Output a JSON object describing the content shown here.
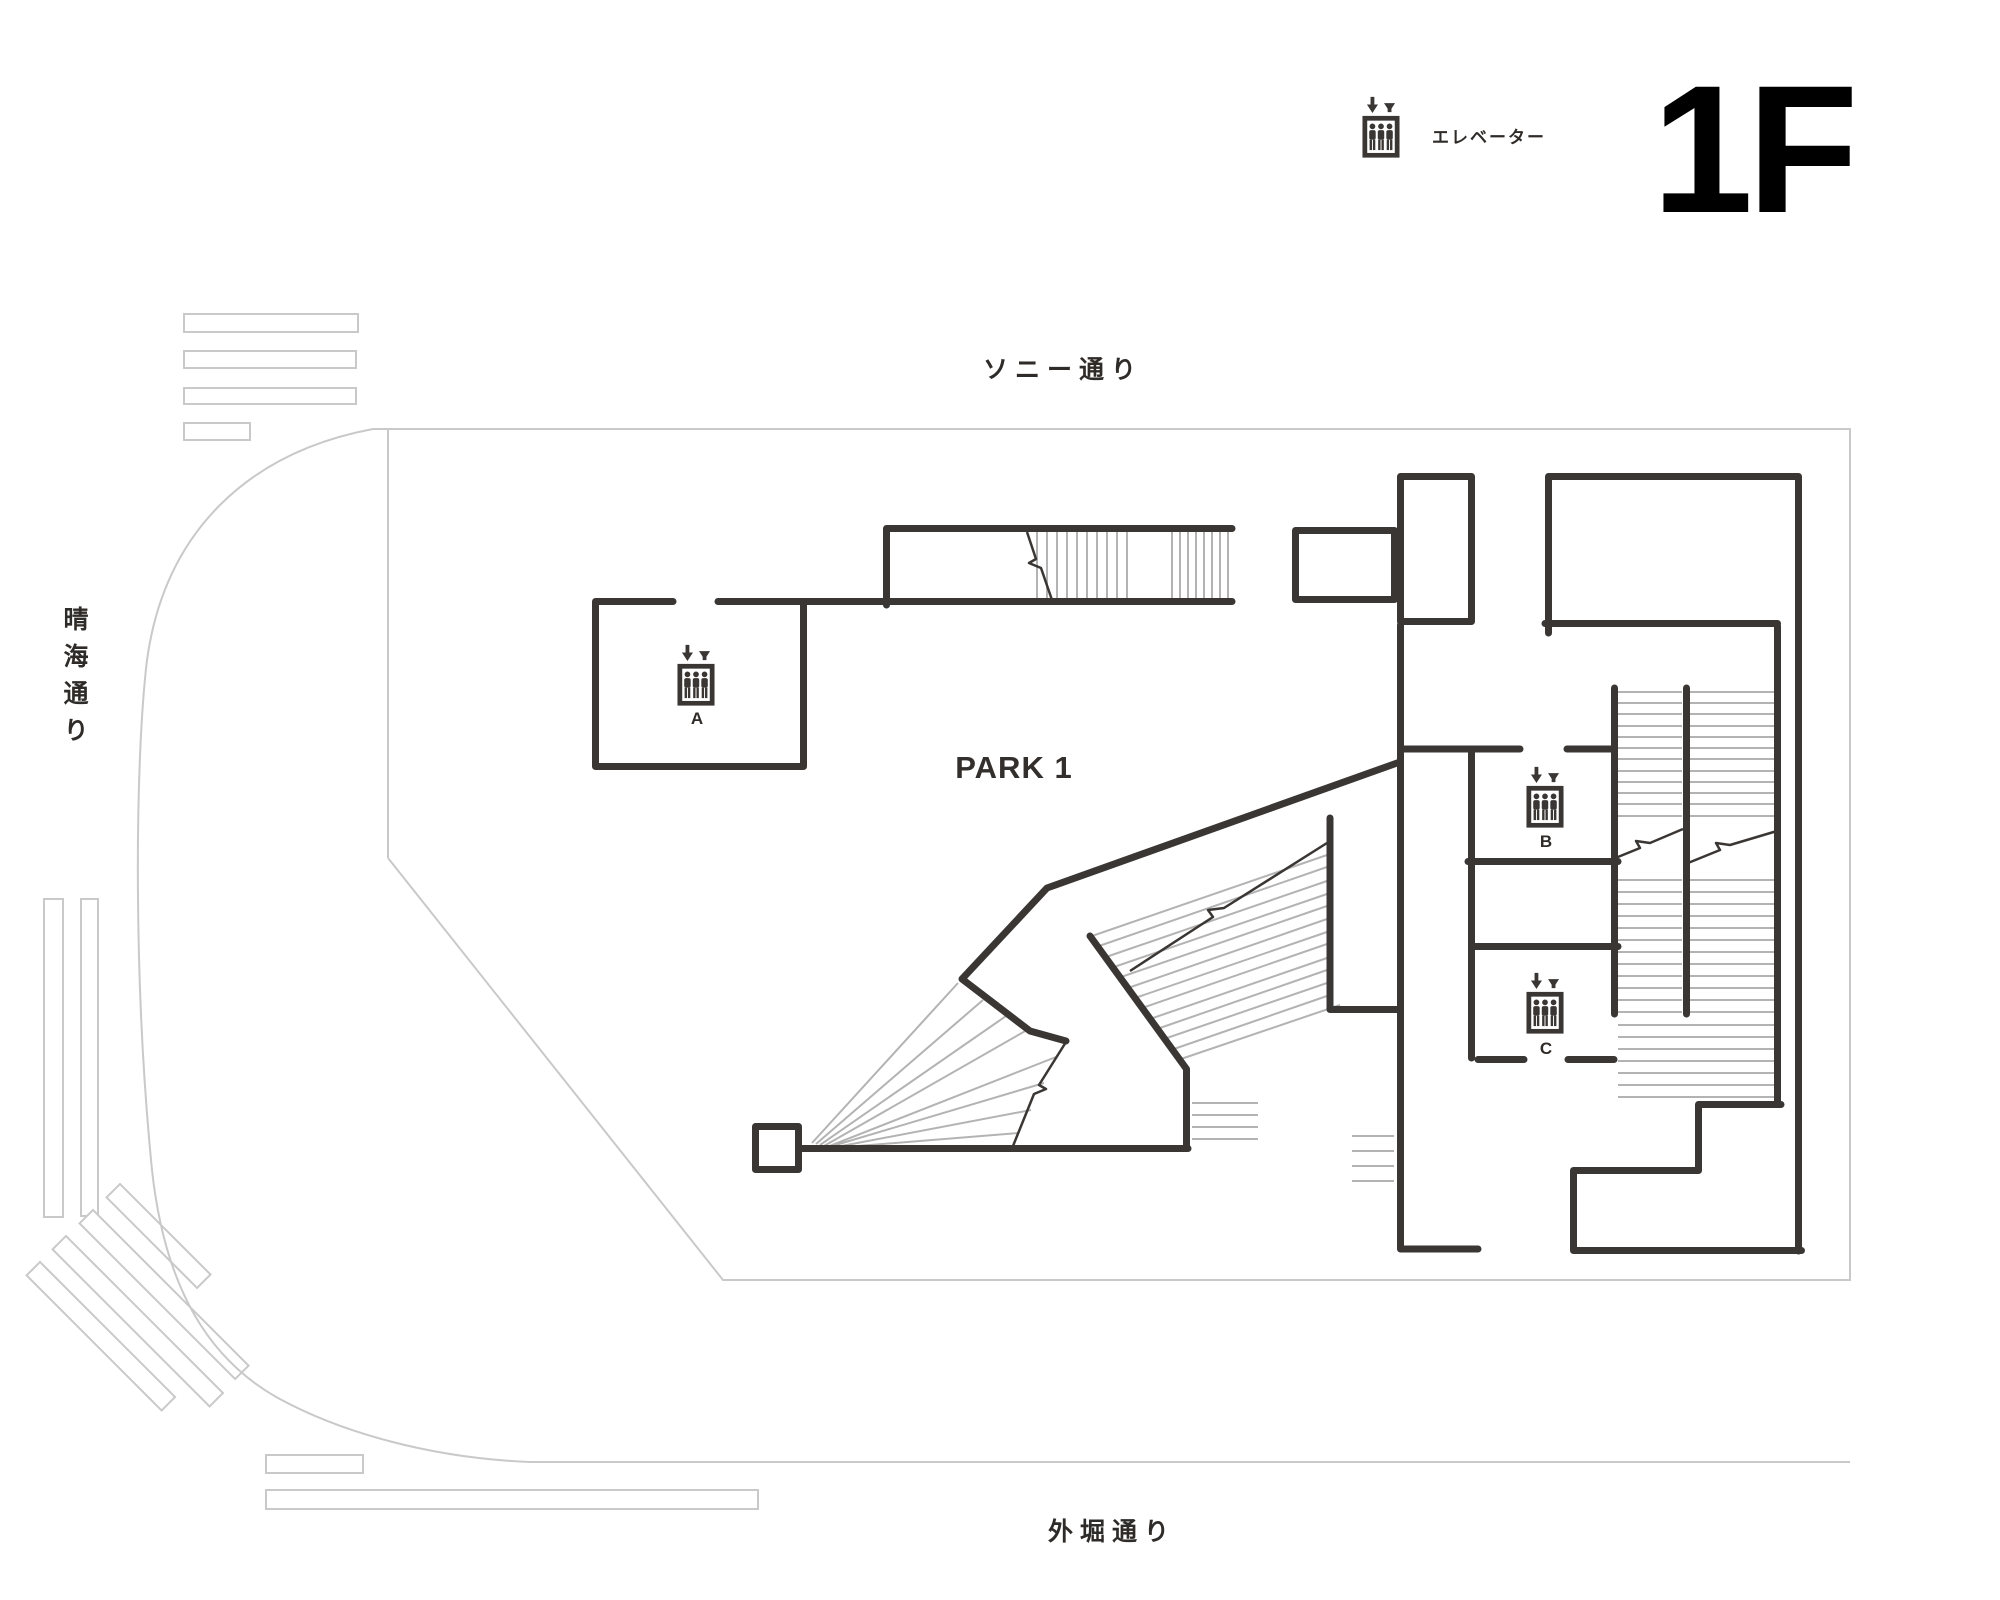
{
  "floor": {
    "title": "1F"
  },
  "legend": {
    "label": "エレベーター",
    "icon": "elevator-icon"
  },
  "area": {
    "label": "PARK 1"
  },
  "streets": {
    "top": "ソニー通り",
    "left": "晴海通り",
    "bottom": "外堀通り"
  },
  "elevators": [
    {
      "id": "A"
    },
    {
      "id": "B"
    },
    {
      "id": "C"
    }
  ],
  "colors": {
    "wall": "#3a3634",
    "break_line": "#3a3634",
    "stair_tread": "#b3b3b3",
    "street_line": "#c9c9c9",
    "text": "#2f2b28",
    "title": "#000000",
    "background": "#ffffff"
  }
}
